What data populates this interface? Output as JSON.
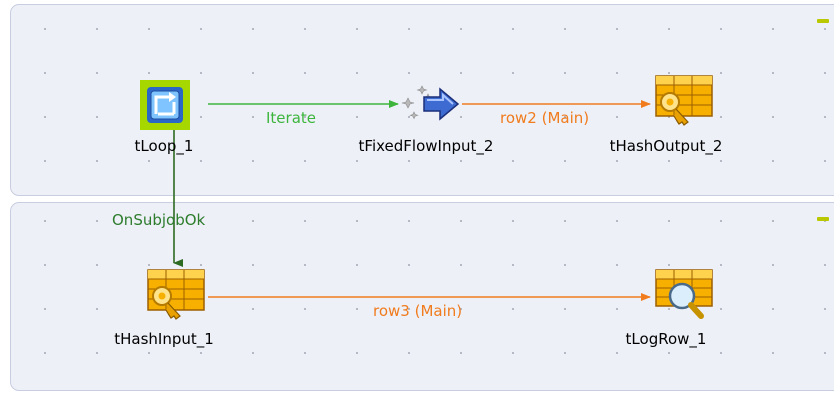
{
  "subjobs": [
    {
      "components": [
        {
          "label": "tLoop_1",
          "icon": "loop-icon"
        },
        {
          "label": "tFixedFlowInput_2",
          "icon": "fixed-flow-input-icon"
        },
        {
          "label": "tHashOutput_2",
          "icon": "hash-output-icon"
        }
      ],
      "links": [
        {
          "label": "Iterate",
          "color": "#3db53d"
        },
        {
          "label": "row2 (Main)",
          "color": "#f07c1d"
        }
      ]
    },
    {
      "components": [
        {
          "label": "tHashInput_1",
          "icon": "hash-input-icon"
        },
        {
          "label": "tLogRow_1",
          "icon": "log-row-icon"
        }
      ],
      "links": [
        {
          "label": "row3 (Main)",
          "color": "#f07c1d"
        }
      ]
    }
  ],
  "trigger": {
    "label": "OnSubjobOk",
    "color": "#2d7d2d"
  },
  "colors": {
    "subjob_background": "#eef0f8",
    "subjob_border": "#c9cde0",
    "collapse_tab": "#b9c800"
  }
}
